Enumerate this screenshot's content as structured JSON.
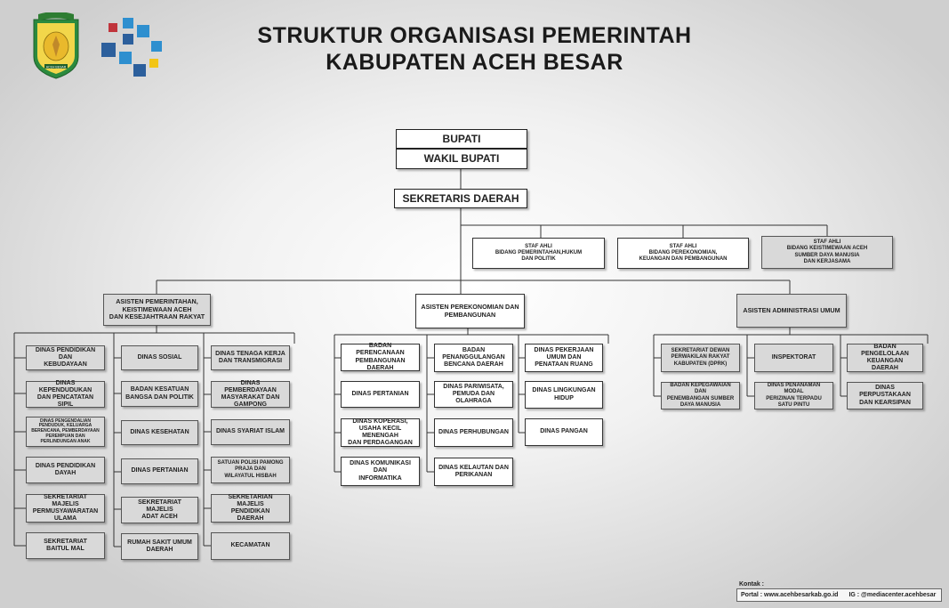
{
  "title": {
    "line1": "STRUKTUR ORGANISASI PEMERINTAH",
    "line2": "KABUPATEN ACEH BESAR"
  },
  "logo": {
    "emblem_label": "ACEH BESAR",
    "emblem_icon": "aceh-besar-emblem",
    "mediacenter_icon": "mediacenter-logo",
    "colors": {
      "blue": "#2e8fcf",
      "dark_blue": "#2c5f9c",
      "red": "#c0343b",
      "yellow": "#f2c517",
      "green": "#2b8a3e",
      "gold": "#e2c213"
    }
  },
  "top": {
    "bupati": "BUPATI",
    "wakil": "WAKIL BUPATI",
    "sekda": "SEKRETARIS DAERAH"
  },
  "staf_ahli": [
    "STAF AHLI\nBIDANG PEMERINTAHAN,HUKUM\nDAN POLITIK",
    "STAF AHLI\nBIDANG PEREKONOMIAN,\nKEUANGAN DAN PEMBANGUNAN",
    "STAF AHLI\nBIDANG KEISTIMEWAAN ACEH\nSUMBER DAYA MANUSIA\nDAN KERJASAMA"
  ],
  "asisten": [
    "ASISTEN PEMERINTAHAN,\nKEISTIMEWAAN ACEH\nDAN KESEJAHTRAAN RAKYAT",
    "ASISTEN PEREKONOMIAN DAN\nPEMBANGUNAN",
    "ASISTEN ADMINISTRASI UMUM"
  ],
  "asisten1": {
    "col1": [
      "DINAS PENDIDIKAN DAN\nKEBUDAYAAN",
      "DINAS KEPENDUDUKAN\nDAN PENCATATAN\nSIPIL",
      "DINAS PENGENDALIAN\nPENDUDUK, KELUARGA\nBERENCANA, PEMBERDAYAAN\nPEREMPUAN DAN\nPERLINDUNGAN ANAK",
      "DINAS PENDIDIKAN\nDAYAH",
      "SEKRETARIAT MAJELIS\nPERMUSYAWARATAN\nULAMA",
      "SEKRETARIAT\nBAITUL MAL"
    ],
    "col2": [
      "DINAS SOSIAL",
      "BADAN KESATUAN\nBANGSA DAN POLITIK",
      "DINAS KESEHATAN",
      "DINAS PERTANIAN",
      "SEKRETARIAT MAJELIS\nADAT ACEH",
      "RUMAH SAKIT UMUM\nDAERAH"
    ],
    "col3": [
      "DINAS TENAGA KERJA\nDAN TRANSMIGRASI",
      "DINAS PEMBERDAYAAN\nMASYARAKAT DAN\nGAMPONG",
      "DINAS SYARIAT ISLAM",
      "SATUAN POLISI PAMONG\nPRAJA DAN\nWILAYATUL HISBAH",
      "SEKRETARIAN MAJELIS\nPENDIDIKAN\nDAERAH",
      "KECAMATAN"
    ]
  },
  "asisten2": {
    "col1": [
      "BADAN PERENCANAAN\nPEMBANGUNAN\nDAERAH",
      "DINAS PERTANIAN",
      "DINAS KOPERASI,\nUSAHA KECIL MENENGAH\nDAN PERDAGANGAN",
      "DINAS KOMUNIKASI\nDAN\nINFORMATIKA"
    ],
    "col2": [
      "BADAN\nPENANGGULANGAN\nBENCANA DAERAH",
      "DINAS PARIWISATA,\nPEMUDA DAN\nOLAHRAGA",
      "DINAS PERHUBUNGAN",
      "DINAS KELAUTAN DAN\nPERIKANAN"
    ],
    "col3": [
      "DINAS PEKERJAAN\nUMUM DAN\nPENATAAN RUANG",
      "DINAS LINGKUNGAN\nHIDUP",
      "DINAS PANGAN"
    ]
  },
  "asisten3": {
    "col1": [
      "SEKRETARIAT DEWAN\nPERWAKILAN RAKYAT\nKABUPATEN (DPRK)",
      "BADAN KEPEGAWAIAN DAN\nPENEMBANGAN SUMBER\nDAYA MANUSIA"
    ],
    "col2": [
      "INSPEKTORAT",
      "DINAS PENANAMAN MODAL\nPERIZINAN TERPADU\nSATU PINTU"
    ],
    "col3": [
      "BADAN PENGELOLAAN\nKEUANGAN\nDAERAH",
      "DINAS PERPUSTAKAAN\nDAN KEARSIPAN"
    ]
  },
  "contact": {
    "label": "Kontak :",
    "portal": "Portal : www.acehbesarkab.go.id",
    "ig": "IG : @mediacenter.acehbesar"
  }
}
